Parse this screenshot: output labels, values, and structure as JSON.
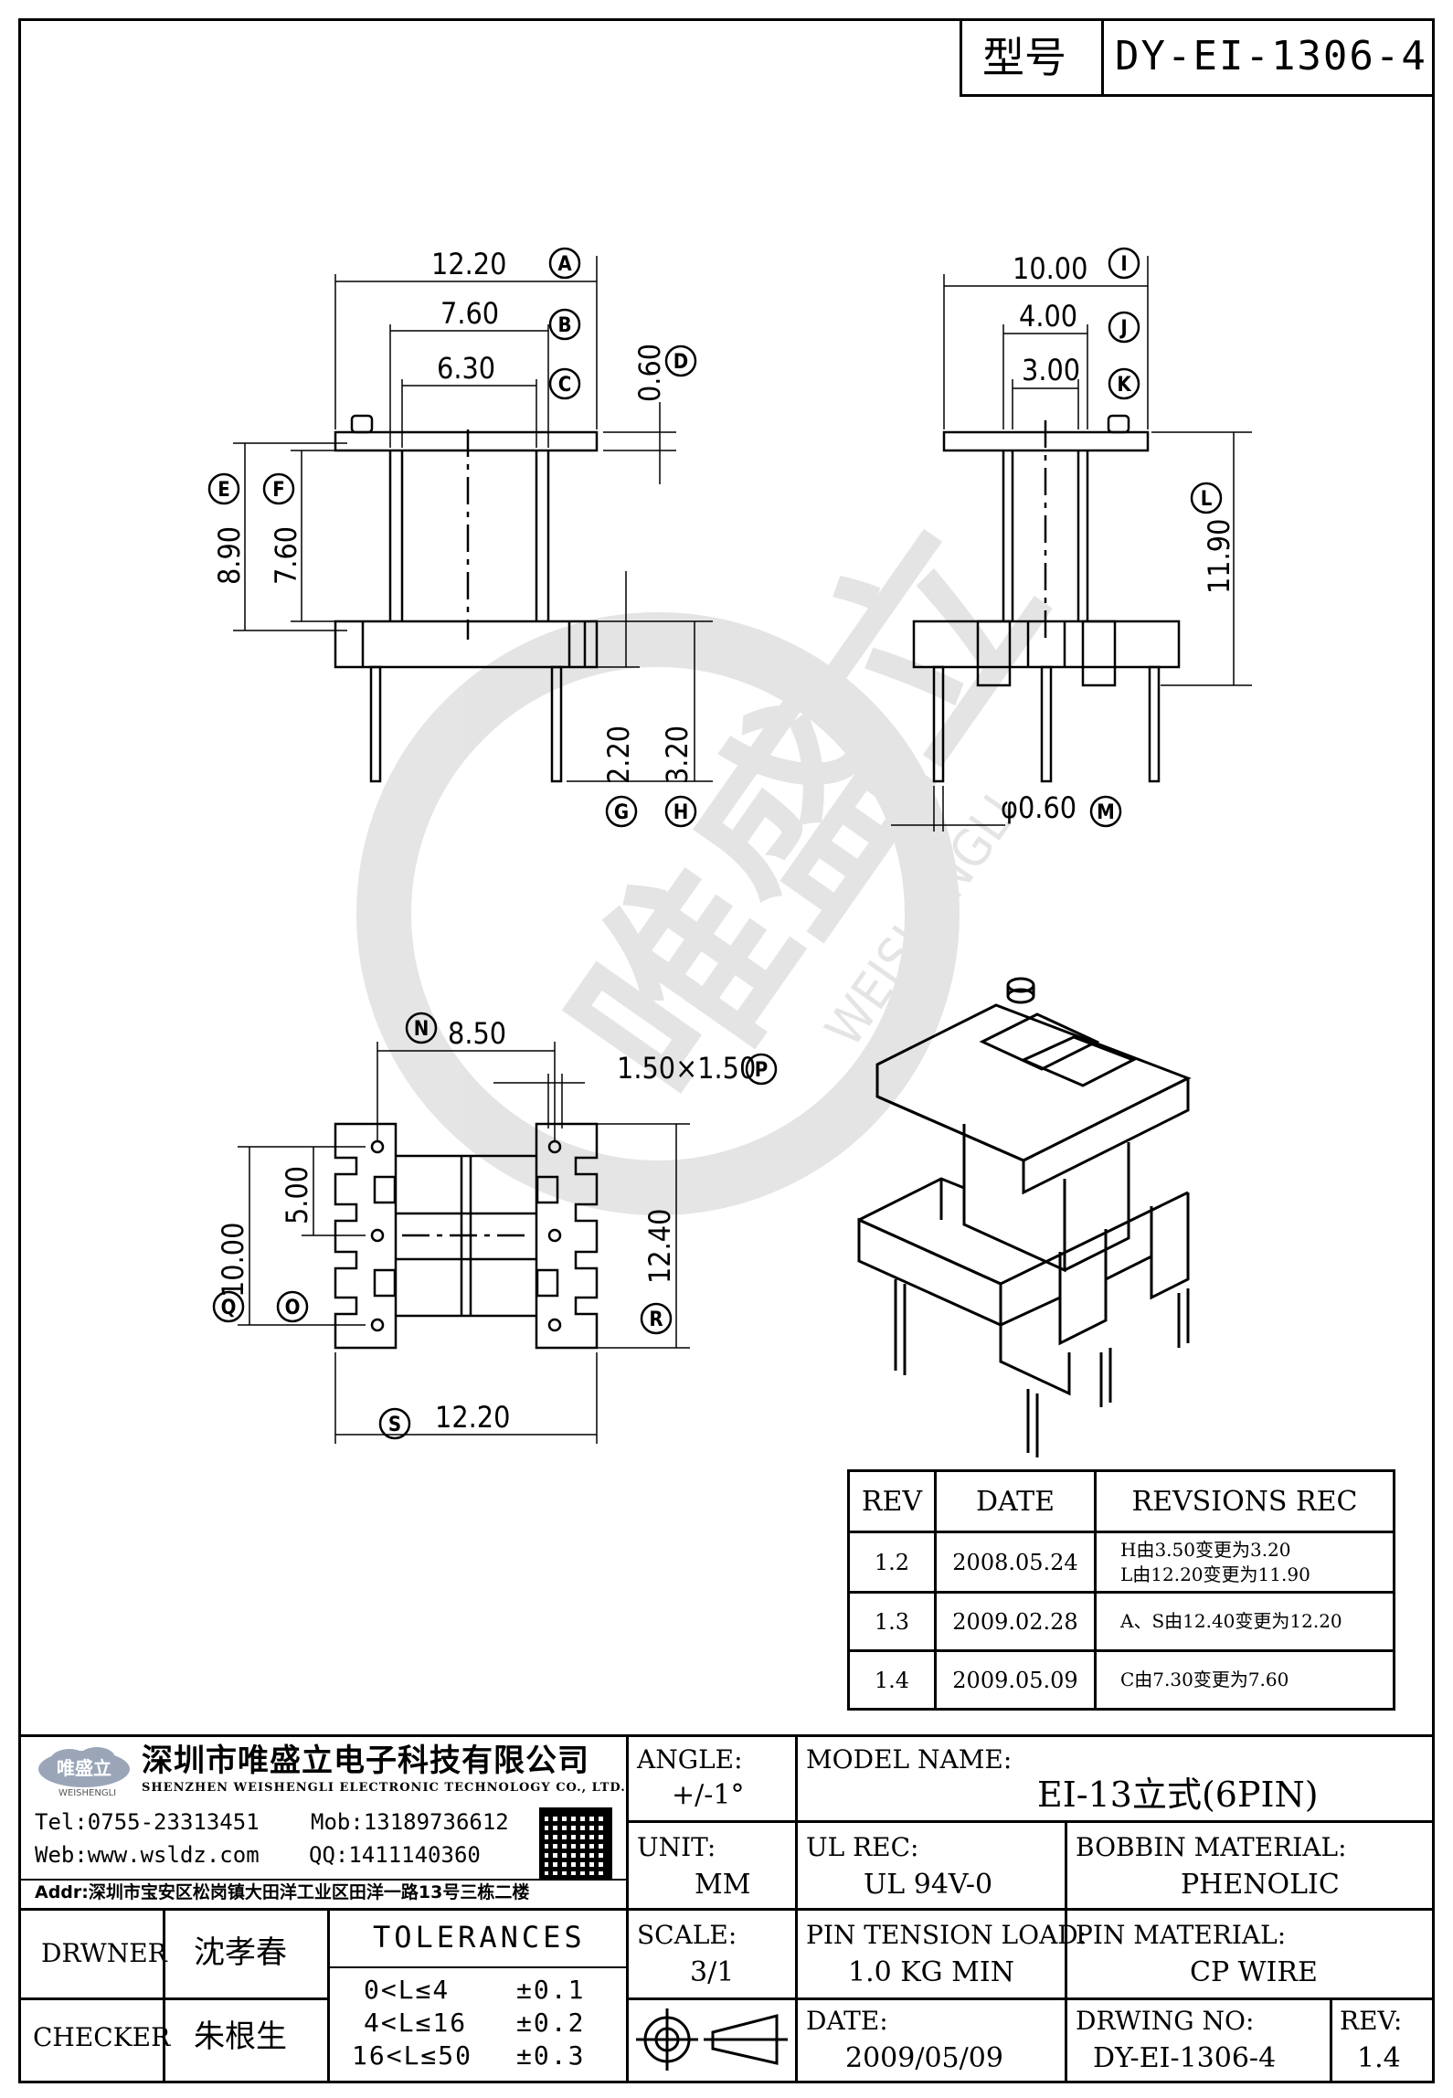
{
  "header": {
    "model_label": "型号",
    "model_value": "DY-EI-1306-4"
  },
  "watermark": {
    "brand_cn": "唯盛立",
    "brand_en": "WEISHENGLI"
  },
  "front_view": {
    "dims": {
      "a": "12.20",
      "b": "7.60",
      "c": "6.30",
      "d": "0.60",
      "e": "8.90",
      "f": "7.60",
      "g": "2.20",
      "h": "3.20"
    },
    "callouts": [
      "A",
      "B",
      "C",
      "D",
      "E",
      "F",
      "G",
      "H"
    ]
  },
  "side_view": {
    "dims": {
      "i": "10.00",
      "j": "4.00",
      "k": "3.00",
      "l": "11.90",
      "m": "φ0.60"
    },
    "callouts": [
      "I",
      "J",
      "K",
      "L",
      "M"
    ]
  },
  "bottom_view": {
    "dims": {
      "n": "8.50",
      "p": "1.50×1.50",
      "q_left": "10.00",
      "o": "5.00",
      "r": "12.40",
      "s": "12.20"
    },
    "callouts": [
      "N",
      "P",
      "Q",
      "O",
      "R",
      "S"
    ]
  },
  "revisions": {
    "headers": [
      "REV",
      "DATE",
      "REVSIONS REC"
    ],
    "rows": [
      {
        "rev": "1.2",
        "date": "2008.05.24",
        "rec_1": "H由3.50变更为3.20",
        "rec_2": "L由12.20变更为11.90"
      },
      {
        "rev": "1.3",
        "date": "2009.02.28",
        "rec_1": "A、S由12.40变更为12.20",
        "rec_2": ""
      },
      {
        "rev": "1.4",
        "date": "2009.05.09",
        "rec_1": "C由7.30变更为7.60",
        "rec_2": ""
      }
    ]
  },
  "company": {
    "logo_text": "唯盛立",
    "logo_sub": "WEISHENGLI",
    "name_cn": "深圳市唯盛立电子科技有限公司",
    "name_en": "SHENZHEN WEISHENGLI ELECTRONIC TECHNOLOGY CO., LTD.",
    "tel": "Tel:0755-23313451",
    "mob": "Mob:13189736612",
    "web": "Web:www.wsldz.com",
    "qq": "QQ:1411140360",
    "addr": "Addr:深圳市宝安区松岗镇大田洋工业区田洋一路13号三栋二楼"
  },
  "title_block": {
    "angle_label": "ANGLE:",
    "angle_value": "+/-1°",
    "model_name_label": "MODEL NAME:",
    "model_name_value": "EI-13立式(6PIN)",
    "unit_label": "UNIT:",
    "unit_value": "MM",
    "ul_rec_label": "UL REC:",
    "ul_rec_value": "UL 94V-0",
    "bobbin_label": "BOBBIN MATERIAL:",
    "bobbin_value": "PHENOLIC",
    "scale_label": "SCALE:",
    "scale_value": "3/1",
    "pin_tension_label": "PIN TENSION LOAD:",
    "pin_tension_value": "1.0 KG MIN",
    "pin_material_label": "PIN MATERIAL:",
    "pin_material_value": "CP WIRE",
    "date_label": "DATE:",
    "date_value": "2009/05/09",
    "drawing_no_label": "DRWING NO:",
    "drawing_no_value": "DY-EI-1306-4",
    "rev_label": "REV:",
    "rev_value": "1.4",
    "drawer_label": "DRWNER",
    "drawer_name": "沈孝春",
    "checker_label": "CHECKER",
    "checker_name": "朱根生",
    "tolerances_title": "TOLERANCES",
    "tolerances": [
      {
        "range": "0<L≤4",
        "value": "±0.1"
      },
      {
        "range": "4<L≤16",
        "value": "±0.2"
      },
      {
        "range": "16<L≤50",
        "value": "±0.3"
      }
    ]
  }
}
